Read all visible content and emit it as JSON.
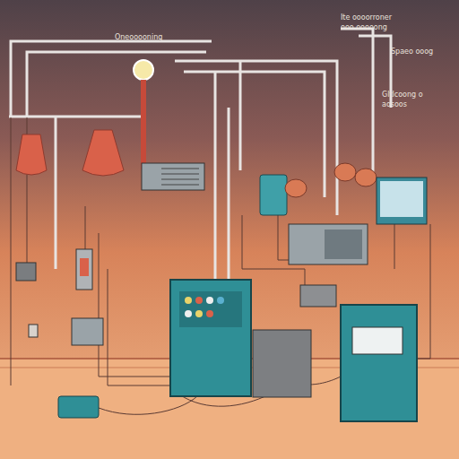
{
  "diagram": {
    "labels": [
      "Oneooooning",
      "Ite oooorroner ooo ooooong",
      "Spaeo ooog",
      "Gltlcoong o aosoos"
    ]
  }
}
